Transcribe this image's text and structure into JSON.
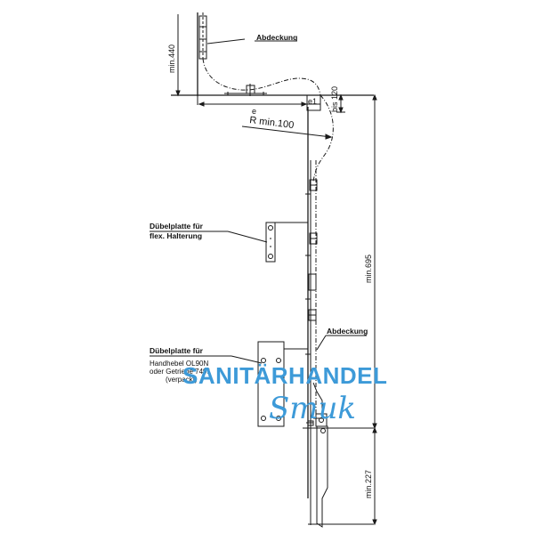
{
  "drawing": {
    "type": "installation-diagram",
    "labels": {
      "cover_top": "Abdeckung",
      "cover_bottom": "Abdeckung",
      "plate_flex_line1": "Dübelplatte für",
      "plate_flex_line2": "flex. Halterung",
      "plate_handle_line1": "Dübelplatte für",
      "plate_handle_line2": "Handhebel OL90N",
      "plate_handle_line3": "oder Getriebe 7491",
      "plate_handle_line4": "(verpackt)"
    },
    "dimensions": {
      "min_440": "min.440",
      "bis_120": "bis 120",
      "e": "e",
      "e1": "e1",
      "radius": "R  min.100",
      "min_695": "min.695",
      "min_227": "min.227"
    },
    "colors": {
      "line": "#1a1a1a",
      "watermark": "#3d9ad8",
      "background": "#ffffff"
    }
  },
  "watermark": {
    "line1": "SANITÄRHANDEL",
    "line2": "Smuk"
  }
}
